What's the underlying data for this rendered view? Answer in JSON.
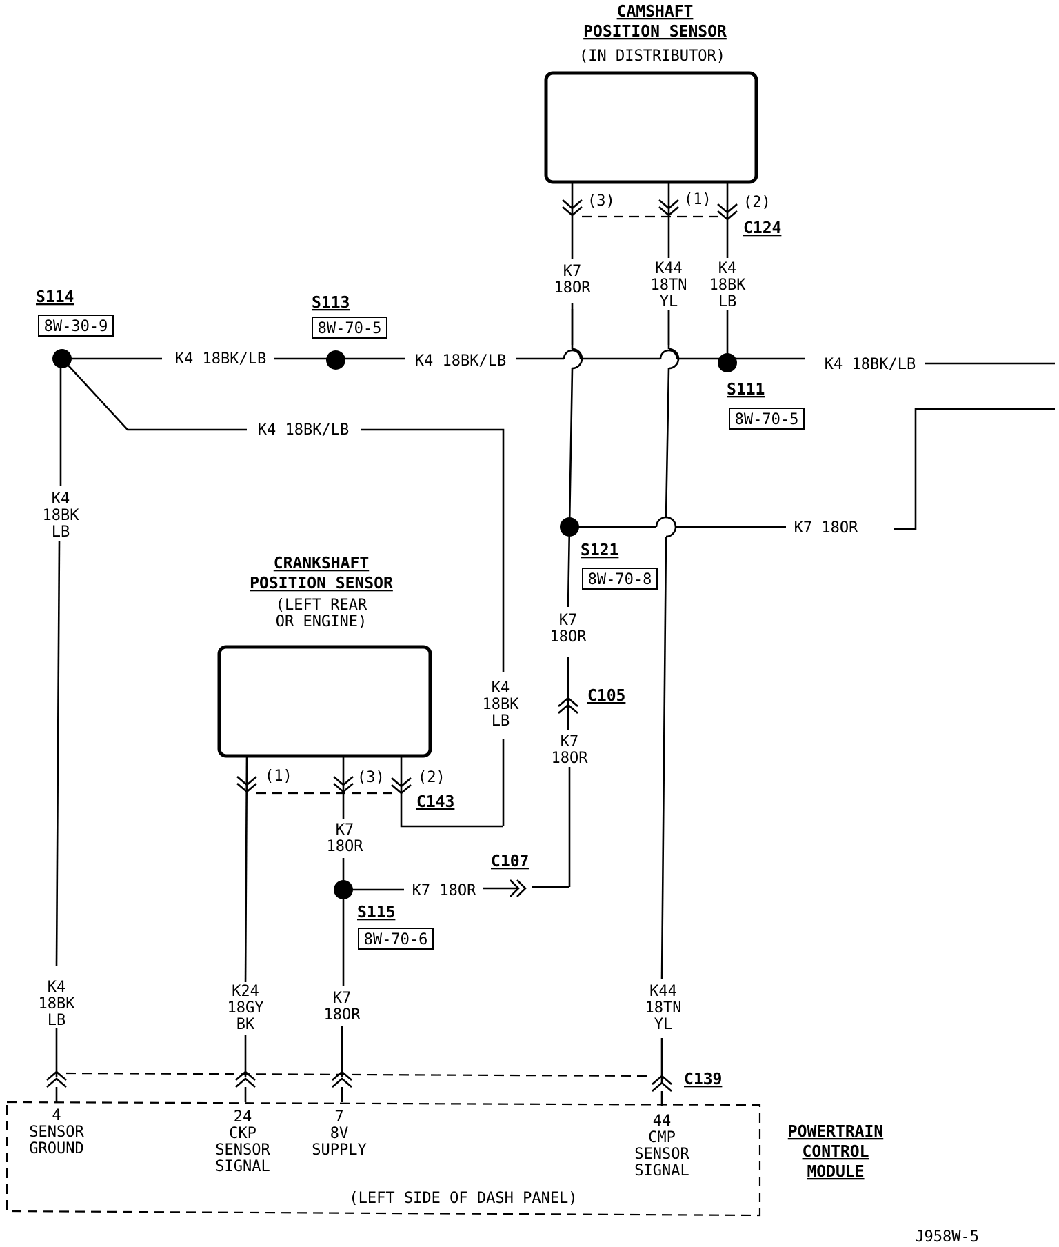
{
  "camshaft_sensor": {
    "title_line1": "CAMSHAFT",
    "title_line2": "POSITION SENSOR",
    "location": "(IN DISTRIBUTOR)",
    "pin_3": "(3)",
    "pin_1": "(1)",
    "pin_2": "(2)",
    "connector": "C124"
  },
  "crankshaft_sensor": {
    "title_line1": "CRANKSHAFT",
    "title_line2": "POSITION SENSOR",
    "location_line1": "(LEFT REAR",
    "location_line2": "OR ENGINE)",
    "pin_1": "(1)",
    "pin_3": "(3)",
    "pin_2": "(2)",
    "connector": "C143"
  },
  "splices": {
    "s114": {
      "name": "S114",
      "ref": "8W-30-9"
    },
    "s113": {
      "name": "S113",
      "ref": "8W-70-5"
    },
    "s111": {
      "name": "S111",
      "ref": "8W-70-5"
    },
    "s121": {
      "name": "S121",
      "ref": "8W-70-8"
    },
    "s115": {
      "name": "S115",
      "ref": "8W-70-6"
    }
  },
  "connectors": {
    "c105": "C105",
    "c107": "C107",
    "c139": "C139"
  },
  "wires": {
    "k7_cam": {
      "l1": "K7",
      "l2": "18OR",
      "l3": ""
    },
    "k44_cam": {
      "l1": "K44",
      "l2": "18TN",
      "l3": "YL"
    },
    "k4_cam": {
      "l1": "K4",
      "l2": "18BK",
      "l3": "LB"
    },
    "k4_s114_s113": "K4 18BK/LB",
    "k4_s113_s111": "K4 18BK/LB",
    "k4_s111_right": "K4 18BK/LB",
    "k4_s114_diag": "K4 18BK/LB",
    "k4_left_upper": {
      "l1": "K4",
      "l2": "18BK",
      "l3": "LB"
    },
    "k4_crank_mid": {
      "l1": "K4",
      "l2": "18BK",
      "l3": "LB"
    },
    "k7_s121_right": "K7 18OR",
    "k7_s121_c105": {
      "l1": "K7",
      "l2": "18OR"
    },
    "k7_c105_c107": {
      "l1": "K7",
      "l2": "18OR"
    },
    "k7_crank_s115": {
      "l1": "K7",
      "l2": "18OR"
    },
    "k7_s115_c107": "K7 18OR",
    "k4_left_lower": {
      "l1": "K4",
      "l2": "18BK",
      "l3": "LB"
    },
    "k24": {
      "l1": "K24",
      "l2": "18GY",
      "l3": "BK"
    },
    "k7_pcm": {
      "l1": "K7",
      "l2": "18OR"
    },
    "k44_pcm": {
      "l1": "K44",
      "l2": "18TN",
      "l3": "YL"
    }
  },
  "pcm": {
    "title_line1": "POWERTRAIN",
    "title_line2": "CONTROL",
    "title_line3": "MODULE",
    "location": "(LEFT SIDE OF DASH PANEL)",
    "pins": [
      {
        "num": "4",
        "l1": "SENSOR",
        "l2": "GROUND",
        "l3": ""
      },
      {
        "num": "24",
        "l1": "CKP",
        "l2": "SENSOR",
        "l3": "SIGNAL"
      },
      {
        "num": "7",
        "l1": "8V",
        "l2": "SUPPLY",
        "l3": ""
      },
      {
        "num": "44",
        "l1": "CMP",
        "l2": "SENSOR",
        "l3": "SIGNAL"
      }
    ]
  },
  "figure_id": "J958W-5"
}
